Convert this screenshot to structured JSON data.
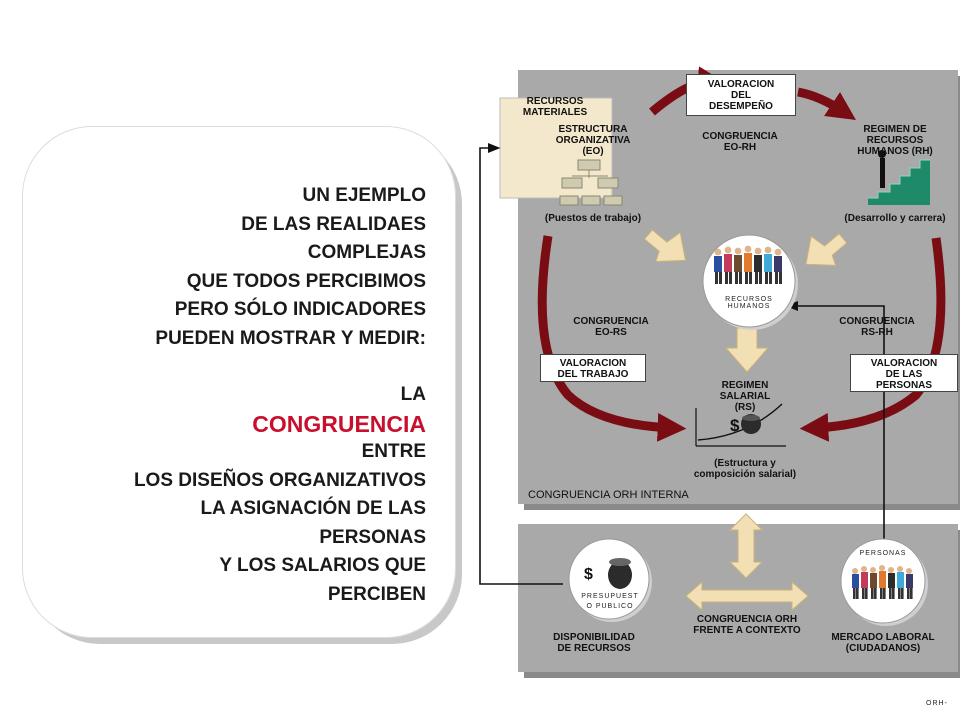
{
  "left_panel": {
    "lines": [
      "UN EJEMPLO",
      "DE LAS REALIDAES",
      "COMPLEJAS",
      "QUE  TODOS PERCIBIMOS",
      "PERO SÓLO INDICADORES",
      "PUEDEN MOSTRAR Y MEDIR:"
    ],
    "la": "LA",
    "highlight": "CONGRUENCIA",
    "lines2": [
      "ENTRE",
      "LOS DISEÑOS ORGANIZATIVOS",
      "LA ASIGNACIÓN DE LAS",
      "PERSONAS",
      "Y LOS SALARIOS QUE",
      "PERCIBEN"
    ]
  },
  "diagram": {
    "recursos_materiales": [
      "RECURSOS",
      "MATERIALES"
    ],
    "valoracion_desempeno": [
      "VALORACION",
      "DEL",
      "DESEMPEÑO"
    ],
    "estructura": {
      "title": [
        "ESTRUCTURA",
        "ORGANIZATIVA",
        "(EO)"
      ],
      "caption": "(Puestos de trabajo)"
    },
    "congruencia_eo_rh": [
      "CONGRUENCIA",
      "EO-RH"
    ],
    "regimen_rh": {
      "title": [
        "REGIMEN DE",
        "RECURSOS",
        "HUMANOS  (RH)"
      ],
      "caption": "(Desarrollo y carrera)"
    },
    "recursos_humanos": [
      "RECURSOS",
      "HUMANOS"
    ],
    "congruencia_eo_rs": [
      "CONGRUENCIA",
      "EO-RS"
    ],
    "congruencia_rs_rh": [
      "CONGRUENCIA",
      "RS-RH"
    ],
    "valoracion_trabajo": [
      "VALORACION",
      "DEL TRABAJO"
    ],
    "valoracion_personas": [
      "VALORACION",
      "DE LAS",
      "PERSONAS"
    ],
    "regimen_salarial": {
      "title": [
        "REGIMEN",
        "SALARIAL",
        "(RS)"
      ],
      "caption": [
        "(Estructura y",
        "composición salarial)"
      ],
      "symbol": "$"
    },
    "congruencia_interna": "CONGRUENCIA ORH INTERNA",
    "presupuesto": {
      "symbol": "$",
      "label": [
        "PRESUPUEST",
        "O PUBLICO"
      ],
      "caption": [
        "DISPONIBILIDAD",
        "DE RECURSOS"
      ]
    },
    "congruencia_contexto": [
      "CONGRUENCIA ORH",
      "FRENTE A CONTEXTO"
    ],
    "mercado": {
      "label": "PERSONAS",
      "caption": [
        "MERCADO LABORAL",
        "(CIUDADANOS)"
      ]
    },
    "footer": "ORH-"
  },
  "colors": {
    "accent_red": "#c8102e",
    "arrow_red": "#7a0c14",
    "panel_gray": "#a9a9a9",
    "stair_green": "#1f8a6a",
    "arrow_cream": "#f2dfb4"
  }
}
